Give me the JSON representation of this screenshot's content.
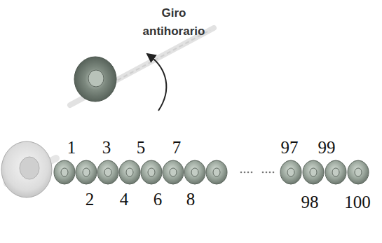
{
  "diagram": {
    "labels": [
      "Giro antihorario",
      "1",
      "3",
      "5",
      "7",
      "97",
      "99",
      "2",
      "4",
      "6",
      "8",
      "98",
      "100"
    ]
  }
}
